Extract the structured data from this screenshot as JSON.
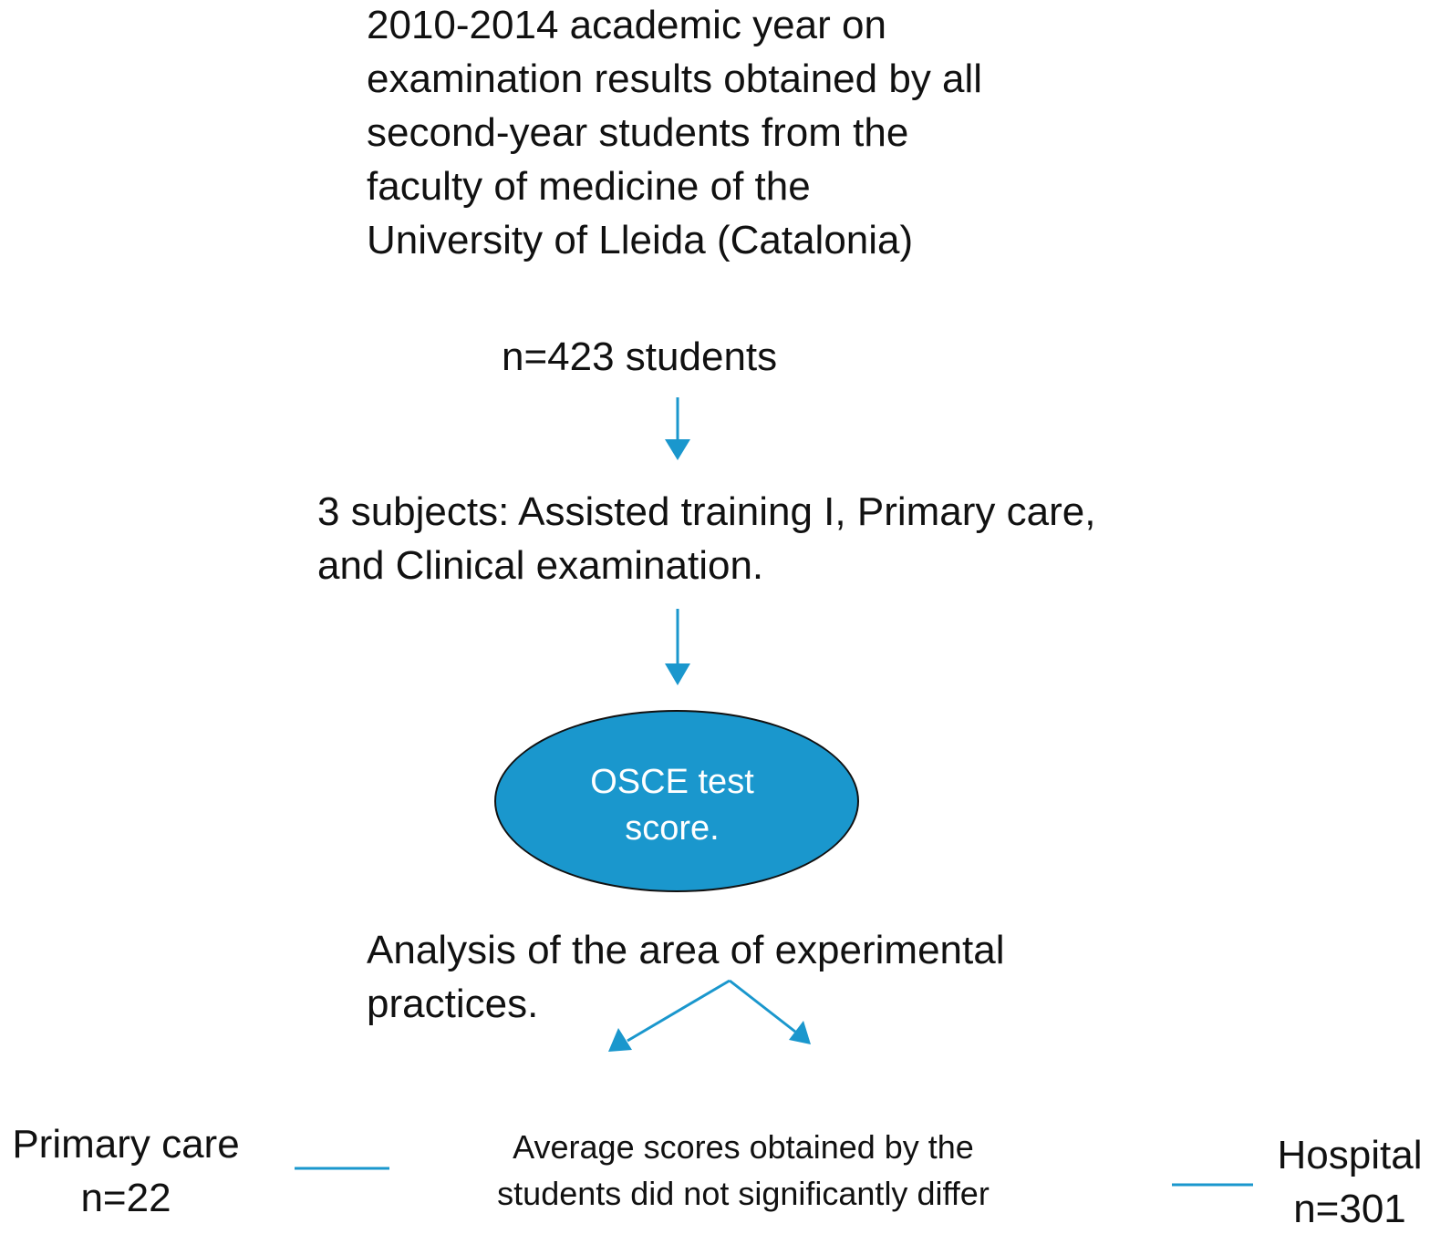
{
  "diagram": {
    "header_lines": [
      "2010-2014 academic year on",
      "examination results obtained by all",
      "second-year students from the",
      "faculty of medicine of the",
      "University of Lleida (Catalonia)"
    ],
    "student_count": "n=423 students",
    "subjects_lines": [
      "3 subjects: Assisted training I, Primary care,",
      "and Clinical examination."
    ],
    "ellipse": {
      "lines": [
        "OSCE test",
        "score."
      ],
      "fill_color": "#1a97cd"
    },
    "analysis_lines": [
      "Analysis of the area of experimental",
      "practices."
    ],
    "outcome_lines": [
      "Average scores obtained by the",
      "students did not significantly differ"
    ],
    "groups": {
      "left": {
        "name": "Primary care",
        "count": "n=22"
      },
      "right": {
        "name": "Hospital",
        "count": "n=301"
      }
    },
    "arrow_color": "#1a97cd"
  }
}
